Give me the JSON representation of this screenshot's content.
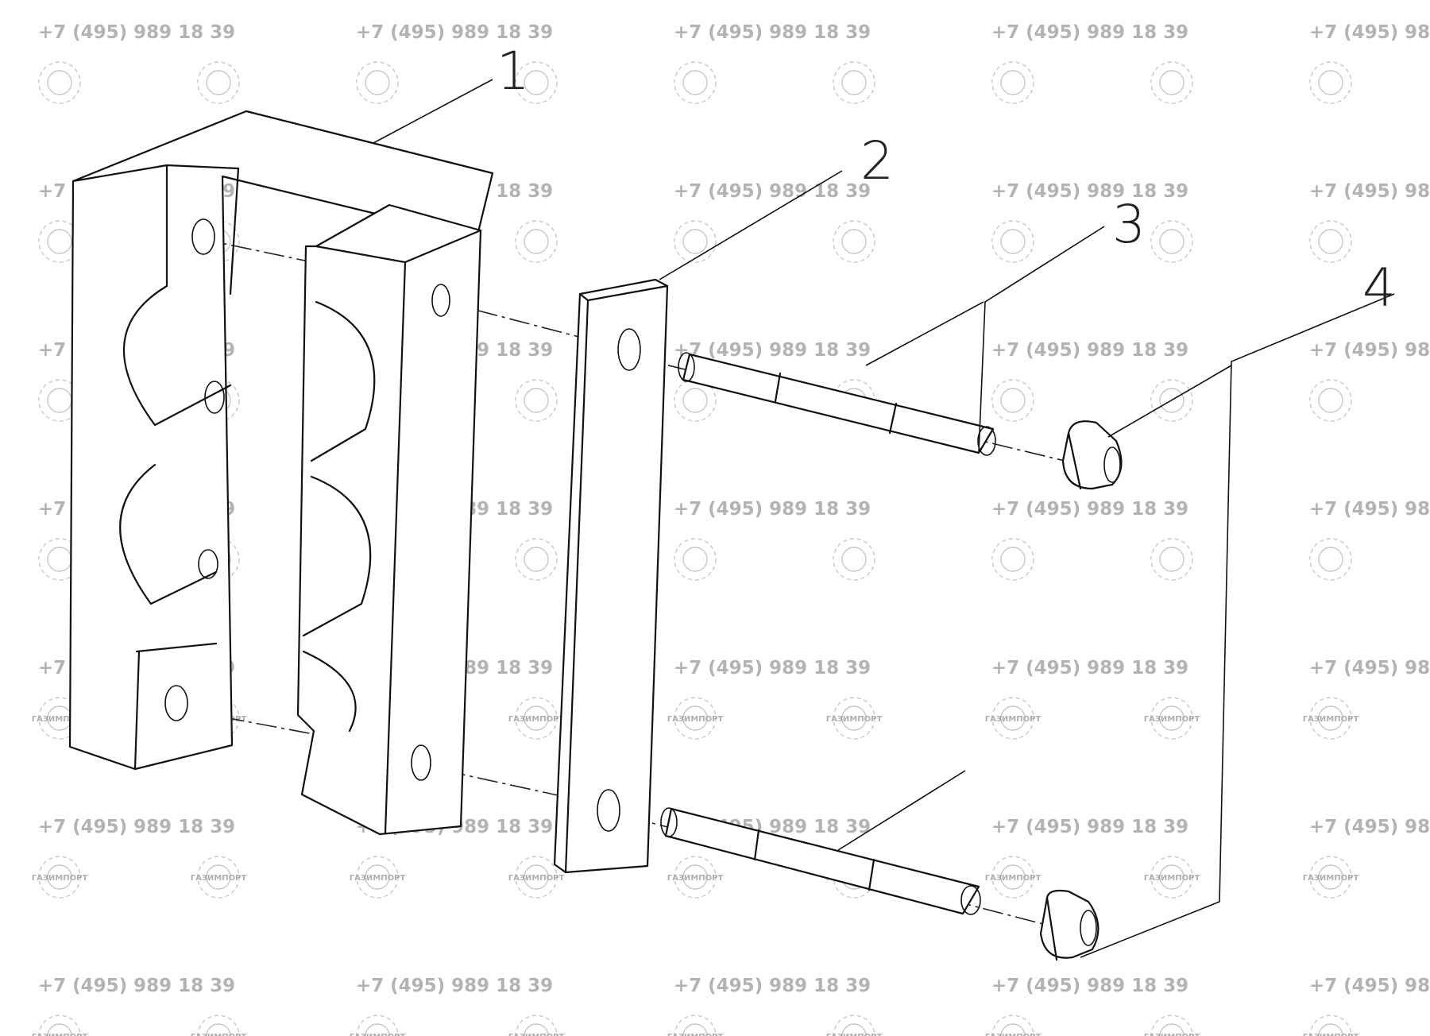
{
  "callouts": [
    {
      "id": "1",
      "label": "1"
    },
    {
      "id": "2",
      "label": "2"
    },
    {
      "id": "3",
      "label": "3"
    },
    {
      "id": "4",
      "label": "4"
    }
  ],
  "watermark": {
    "phone": "+7 (495) 989 18 39",
    "brand": "ГАЗИМПОРТ"
  },
  "colors": {
    "line": "#111111",
    "watermark": "#9a9a9a"
  }
}
